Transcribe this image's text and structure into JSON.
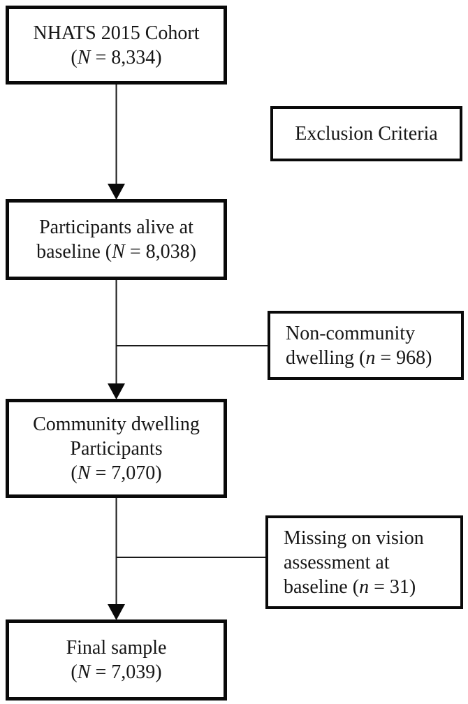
{
  "diagram": {
    "background_color": "#ffffff",
    "border_color": "#0a0a0a",
    "text_color": "#161616",
    "boxes": {
      "cohort": {
        "line1": "NHATS 2015 Cohort",
        "line2_pre": "(",
        "line2_italic": "N",
        "line2_post": " = 8,334)"
      },
      "exclusion_header": {
        "line1": "Exclusion Criteria"
      },
      "alive": {
        "line1": "Participants alive at",
        "line2_pre": "baseline (",
        "line2_italic": "N",
        "line2_post": " = 8,038)"
      },
      "non_community": {
        "line1": "Non-community",
        "line2_pre": "dwelling (",
        "line2_italic": "n",
        "line2_post": " = 968)"
      },
      "community": {
        "line1": "Community dwelling",
        "line2": "Participants",
        "line3_pre": "(",
        "line3_italic": "N",
        "line3_post": " = 7,070)"
      },
      "missing_vision": {
        "line1": "Missing on vision",
        "line2": "assessment at",
        "line3_pre": "baseline (",
        "line3_italic": "n",
        "line3_post": " = 31)"
      },
      "final": {
        "line1": "Final sample",
        "line2_pre": "(",
        "line2_italic": "N",
        "line2_post": " = 7,039)"
      }
    }
  }
}
